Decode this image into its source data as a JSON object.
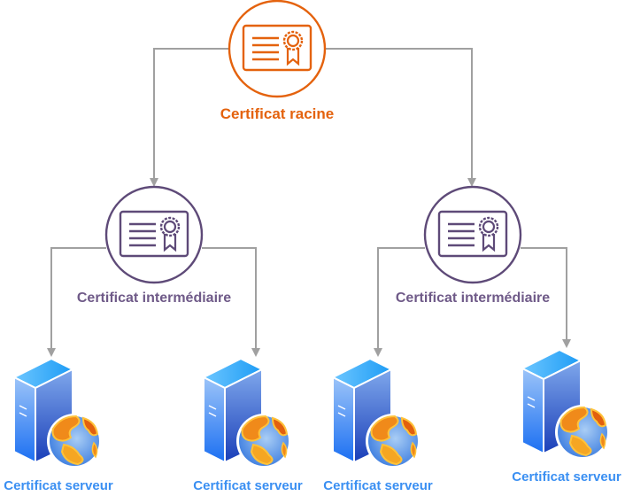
{
  "colors": {
    "root": "#e4620d",
    "intermediate": "#5e4a78",
    "server_label": "#3a8ff2",
    "connector": "#a0a0a0"
  },
  "root": {
    "label": "Certificat racine",
    "icon": "certificate-icon"
  },
  "intermediates": [
    {
      "label": "Certificat intermédiaire",
      "icon": "certificate-icon"
    },
    {
      "label": "Certificat intermédiaire",
      "icon": "certificate-icon"
    }
  ],
  "servers": [
    {
      "label": "Certificat serveur",
      "icon": "web-server-icon"
    },
    {
      "label": "Certificat serveur",
      "icon": "web-server-icon"
    },
    {
      "label": "Certificat serveur",
      "icon": "web-server-icon"
    },
    {
      "label": "Certificat serveur",
      "icon": "web-server-icon"
    }
  ]
}
